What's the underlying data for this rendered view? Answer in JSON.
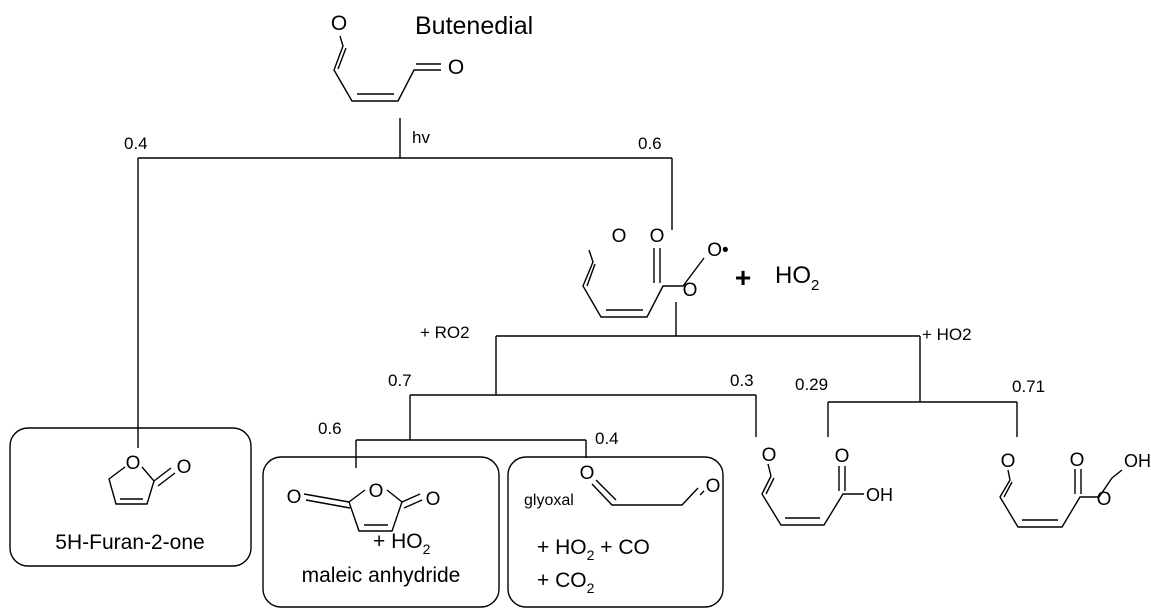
{
  "reactant": {
    "name": "Butenedial"
  },
  "photolysis": {
    "label": "hv",
    "branch_left": "0.4",
    "branch_right": "0.6"
  },
  "atoms": {
    "O": "O",
    "OH": "OH",
    "O_radical": "O•"
  },
  "radical_step": {
    "coproduct_plus": "+",
    "coproduct": "HO",
    "coproduct_sub": "2"
  },
  "channels": {
    "ro2": {
      "label": "+ RO2",
      "branch_left": "0.7",
      "branch_right": "0.3"
    },
    "ho2": {
      "label": "+ HO2",
      "branch_left": "0.29",
      "branch_right": "0.71"
    },
    "sub": {
      "branch_left": "0.6",
      "branch_right": "0.4"
    }
  },
  "products": {
    "furanone": {
      "name": "5H-Furan-2-one"
    },
    "maleic": {
      "name": "maleic anhydride",
      "extra": "+ HO",
      "extra_sub": "2"
    },
    "glyoxal": {
      "name": "glyoxal",
      "line1": "+ HO",
      "line1_sub": "2",
      "line1_tail": " + CO",
      "line2": "+ CO",
      "line2_sub": "2"
    }
  }
}
